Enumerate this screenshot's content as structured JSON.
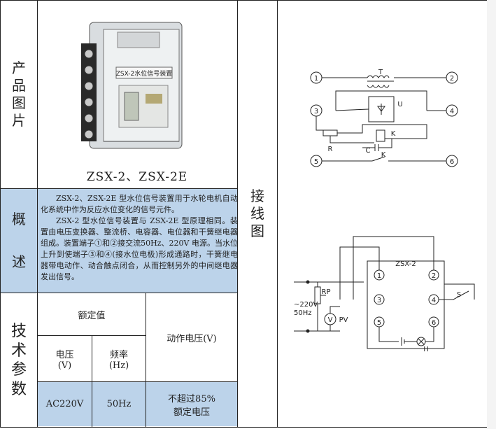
{
  "labels": {
    "product_image": [
      "产",
      "品",
      "图",
      "片"
    ],
    "overview": [
      "概",
      "述"
    ],
    "tech_params": [
      "技",
      "术",
      "参",
      "数"
    ],
    "wiring": [
      "接",
      "线",
      "图"
    ]
  },
  "product": {
    "caption": "ZSX-2、ZSX-2E",
    "device_label": "ZSX-2水位信号装置"
  },
  "overview": {
    "p1": "ZSX-2、ZSX-2E 型水位信号装置用于水轮电机自动化系统中作为反应水位变化的信号元件。",
    "p2": "ZSX-2 型水位信号装置与 ZSX-2E 型原理相同。装置由电压变换器、整流桥、电容器、电位器和干簧继电器组成。装置端子①和②接交流50Hz、220V 电源。当水位上升到使端子③和④(接水位电极)形成通路时，干簧继电器带电动作、动合触点闭合，从而控制另外的中间继电器发出信号。"
  },
  "params": {
    "rated": "额定值",
    "voltage_header": "电压\n(V)",
    "freq_header": "频率\n(Hz)",
    "action_header": "动作电压(V)",
    "voltage_value": "AC220V",
    "freq_value": "50Hz",
    "action_value": "不超过85%\n额定电压"
  },
  "diagram1": {
    "terminals": [
      "1",
      "2",
      "3",
      "4",
      "5",
      "6"
    ],
    "T": "T",
    "U": "U",
    "K": "K",
    "R": "R",
    "C": "C"
  },
  "diagram2": {
    "title": "ZSX-2",
    "supply": "~220V\n50Hz",
    "RP": "RP",
    "V": "V",
    "PV": "PV",
    "S": "S",
    "H": "H",
    "terminals": [
      "1",
      "2",
      "3",
      "4",
      "5",
      "6"
    ]
  },
  "colors": {
    "blue_fill": "#bcd3ea",
    "line": "#222222"
  }
}
